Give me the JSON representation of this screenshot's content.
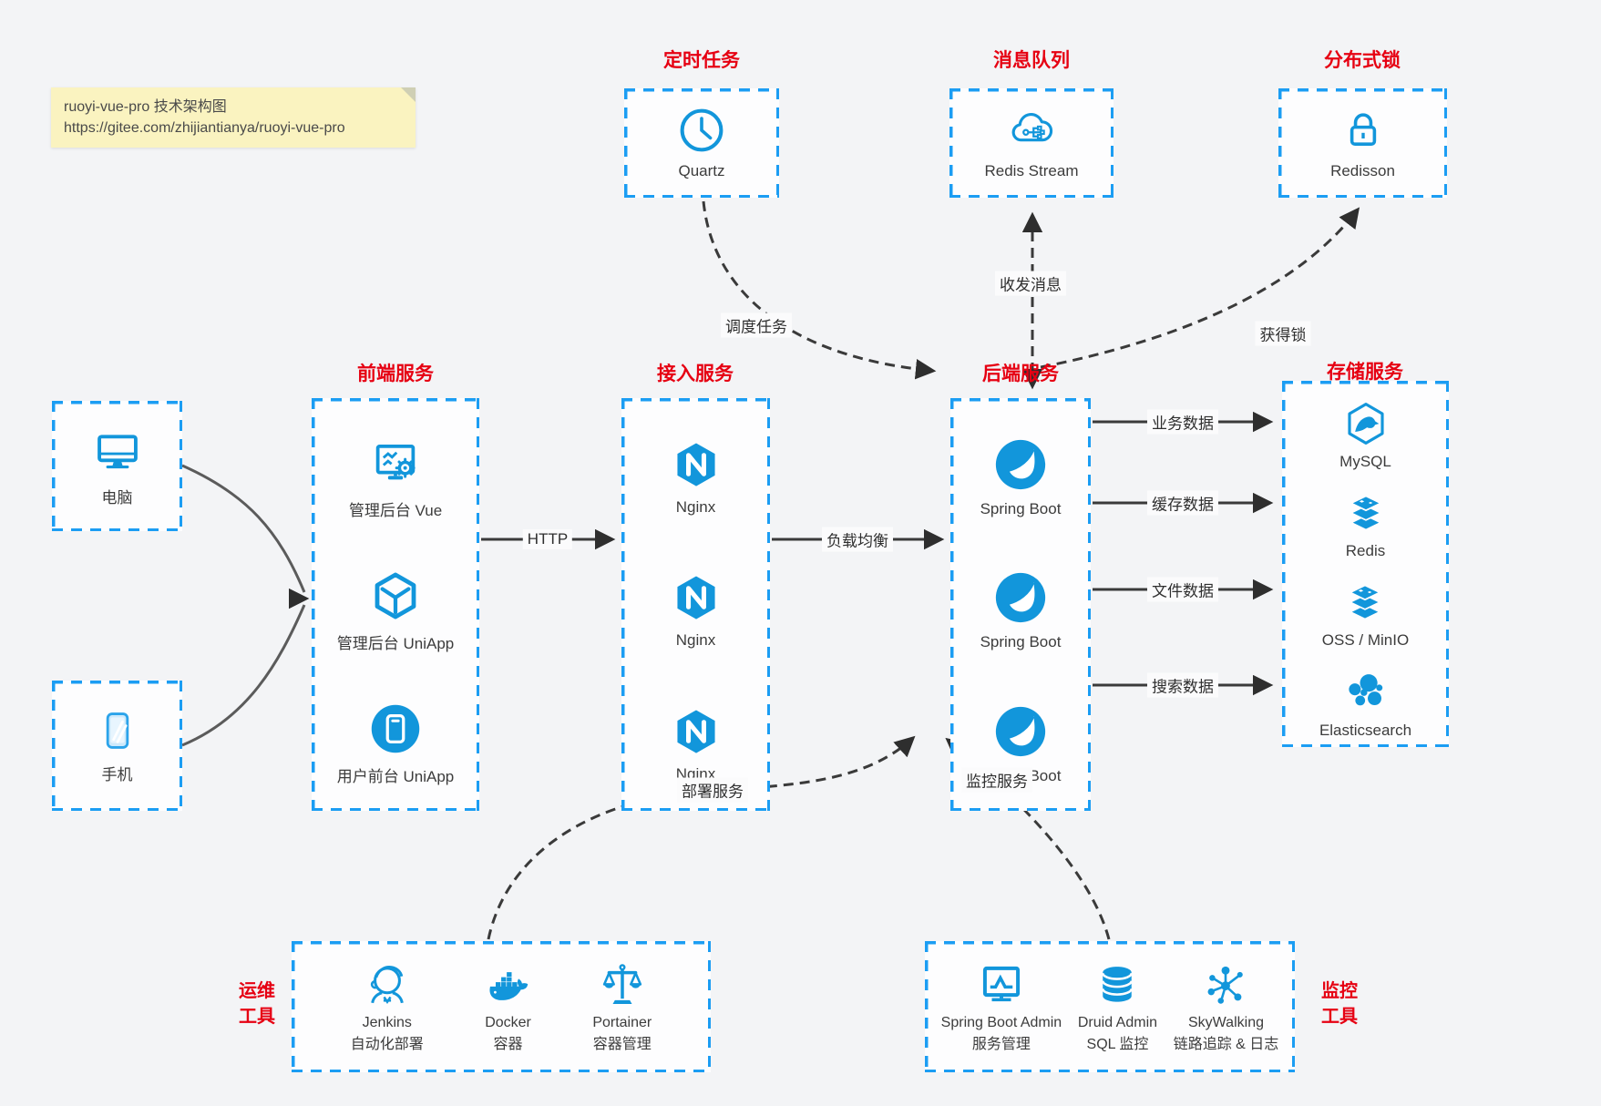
{
  "canvas": {
    "bg": "#f3f4f6"
  },
  "colors": {
    "icon_blue": "#1296db",
    "border_blue": "#1b9df3",
    "title_red": "#e60012",
    "arrow_gray": "#3a3a3a",
    "note_bg": "#faf3c0",
    "box_bg": "#fdfdfe"
  },
  "note": {
    "line1": "ruoyi-vue-pro 技术架构图",
    "line2": "https://gitee.com/zhijiantianya/ruoyi-vue-pro"
  },
  "devices": {
    "computer": {
      "icon": "computer-icon",
      "label": "电脑"
    },
    "phone": {
      "icon": "phone-icon",
      "label": "手机"
    }
  },
  "groups": {
    "scheduled": {
      "title": "定时任务",
      "items": [
        {
          "icon": "clock-icon",
          "label": "Quartz"
        }
      ]
    },
    "mq": {
      "title": "消息队列",
      "items": [
        {
          "icon": "cloud-mq-icon",
          "label": "Redis Stream"
        }
      ]
    },
    "lock": {
      "title": "分布式锁",
      "items": [
        {
          "icon": "lock-icon",
          "label": "Redisson"
        }
      ]
    },
    "frontend": {
      "title": "前端服务",
      "items": [
        {
          "icon": "admin-vue-icon",
          "label": "管理后台 Vue"
        },
        {
          "icon": "uniapp-cube-icon",
          "label": "管理后台 UniApp"
        },
        {
          "icon": "user-app-icon",
          "label": "用户前台 UniApp"
        }
      ]
    },
    "gateway": {
      "title": "接入服务",
      "items": [
        {
          "icon": "nginx-icon",
          "label": "Nginx"
        },
        {
          "icon": "nginx-icon",
          "label": "Nginx"
        },
        {
          "icon": "nginx-icon",
          "label": "Nginx"
        }
      ]
    },
    "backend": {
      "title": "后端服务",
      "items": [
        {
          "icon": "spring-icon",
          "label": "Spring Boot"
        },
        {
          "icon": "spring-icon",
          "label": "Spring Boot"
        },
        {
          "icon": "spring-icon",
          "label": "Spring Boot"
        }
      ]
    },
    "storage": {
      "title": "存储服务",
      "items": [
        {
          "icon": "mysql-icon",
          "label": "MySQL"
        },
        {
          "icon": "redis-stack-icon",
          "label": "Redis"
        },
        {
          "icon": "redis-stack-icon",
          "label": "OSS / MinIO"
        },
        {
          "icon": "elasticsearch-icon",
          "label": "Elasticsearch"
        }
      ]
    },
    "ops": {
      "title_line1": "运维",
      "title_line2": "工具",
      "items": [
        {
          "icon": "jenkins-icon",
          "label": "Jenkins",
          "sub": "自动化部署"
        },
        {
          "icon": "docker-icon",
          "label": "Docker",
          "sub": "容器"
        },
        {
          "icon": "portainer-icon",
          "label": "Portainer",
          "sub": "容器管理"
        }
      ]
    },
    "monitoring": {
      "title_line1": "监控",
      "title_line2": "工具",
      "items": [
        {
          "icon": "sba-icon",
          "label": "Spring Boot Admin",
          "sub": "服务管理"
        },
        {
          "icon": "druid-icon",
          "label": "Druid Admin",
          "sub": "SQL 监控"
        },
        {
          "icon": "skywalking-icon",
          "label": "SkyWalking",
          "sub": "链路追踪 & 日志"
        }
      ]
    }
  },
  "edges": {
    "http": "HTTP",
    "load_balance": "负载均衡",
    "schedule": "调度任务",
    "message": "收发消息",
    "acquire_lock": "获得锁",
    "business_data": "业务数据",
    "cache_data": "缓存数据",
    "file_data": "文件数据",
    "search_data": "搜索数据",
    "deploy": "部署服务",
    "monitor": "监控服务"
  }
}
